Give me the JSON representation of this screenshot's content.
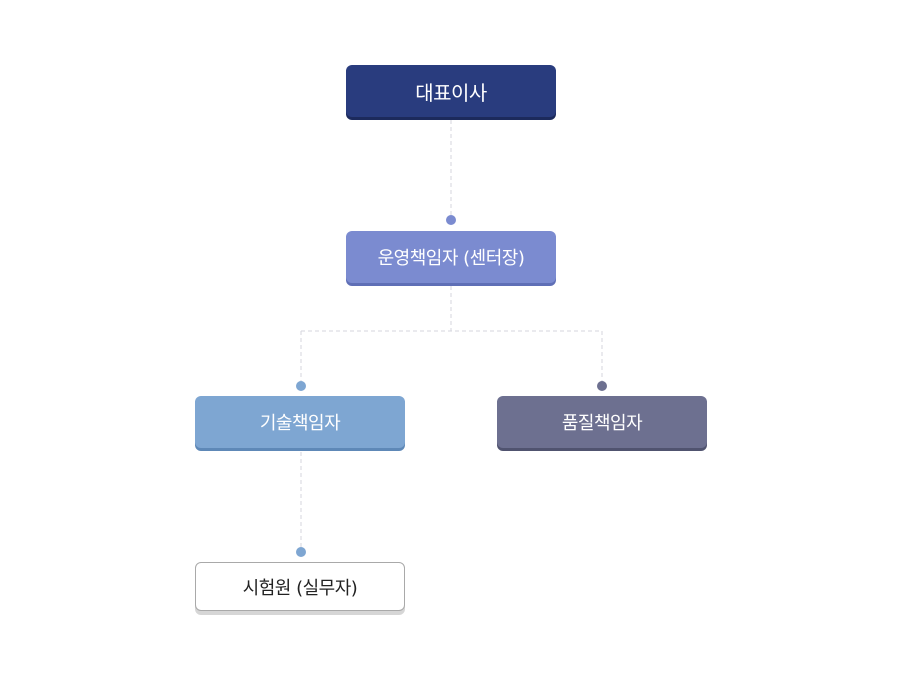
{
  "diagram": {
    "nodes": {
      "ceo": {
        "label": "대표이사",
        "color": "#293c7e"
      },
      "operations": {
        "label": "운영책임자 (센터장)",
        "color": "#7b8bd0"
      },
      "technical": {
        "label": "기술책임자",
        "color": "#7ea6d2"
      },
      "quality": {
        "label": "품질책임자",
        "color": "#6d7090"
      },
      "tester": {
        "label": "시험원 (실무자)",
        "color": "#ffffff"
      }
    },
    "edges": [
      {
        "from": "ceo",
        "to": "operations"
      },
      {
        "from": "operations",
        "to": "technical"
      },
      {
        "from": "operations",
        "to": "quality"
      },
      {
        "from": "technical",
        "to": "tester"
      }
    ],
    "connector_color": "#d4d6de"
  }
}
